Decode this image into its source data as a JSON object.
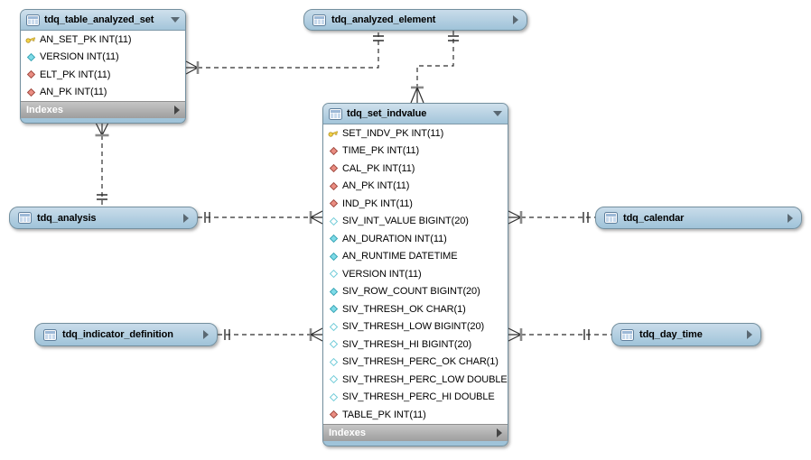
{
  "diagram": {
    "tool_style": "EER diagram",
    "colors": {
      "canvas": "#ffffff",
      "table_header": "#a8c8de",
      "table_border": "#74909f",
      "footer_bar": "#b2b2b2",
      "footer_text": "#ffffff",
      "primary_key_icon": "#f2cf46",
      "foreign_key_icon": "#ea8d82",
      "column_icon": "#7fdbe8",
      "relationship_line": "#2e2e2e"
    },
    "tables": [
      {
        "id": "tdq_table_analyzed_set",
        "name": "tdq_table_analyzed_set",
        "collapsed": false,
        "footer_label": "Indexes",
        "columns": [
          {
            "icon": "primary-key",
            "label": "AN_SET_PK INT(11)"
          },
          {
            "icon": "column",
            "label": "VERSION INT(11)"
          },
          {
            "icon": "foreign-key",
            "label": "ELT_PK INT(11)"
          },
          {
            "icon": "foreign-key",
            "label": "AN_PK INT(11)"
          }
        ]
      },
      {
        "id": "tdq_analyzed_element",
        "name": "tdq_analyzed_element",
        "collapsed": true
      },
      {
        "id": "tdq_set_indvalue",
        "name": "tdq_set_indvalue",
        "collapsed": false,
        "footer_label": "Indexes",
        "columns": [
          {
            "icon": "primary-key",
            "label": "SET_INDV_PK INT(11)"
          },
          {
            "icon": "foreign-key",
            "label": "TIME_PK INT(11)"
          },
          {
            "icon": "foreign-key",
            "label": "CAL_PK INT(11)"
          },
          {
            "icon": "foreign-key",
            "label": "AN_PK INT(11)"
          },
          {
            "icon": "foreign-key",
            "label": "IND_PK INT(11)"
          },
          {
            "icon": "column-nullable",
            "label": "SIV_INT_VALUE BIGINT(20)"
          },
          {
            "icon": "column",
            "label": "AN_DURATION INT(11)"
          },
          {
            "icon": "column",
            "label": "AN_RUNTIME DATETIME"
          },
          {
            "icon": "column-nullable",
            "label": "VERSION INT(11)"
          },
          {
            "icon": "column",
            "label": "SIV_ROW_COUNT BIGINT(20)"
          },
          {
            "icon": "column",
            "label": "SIV_THRESH_OK CHAR(1)"
          },
          {
            "icon": "column-nullable",
            "label": "SIV_THRESH_LOW BIGINT(20)"
          },
          {
            "icon": "column-nullable",
            "label": "SIV_THRESH_HI BIGINT(20)"
          },
          {
            "icon": "column-nullable",
            "label": "SIV_THRESH_PERC_OK CHAR(1)"
          },
          {
            "icon": "column-nullable",
            "label": "SIV_THRESH_PERC_LOW DOUBLE"
          },
          {
            "icon": "column-nullable",
            "label": "SIV_THRESH_PERC_HI DOUBLE"
          },
          {
            "icon": "foreign-key",
            "label": "TABLE_PK INT(11)"
          }
        ]
      },
      {
        "id": "tdq_analysis",
        "name": "tdq_analysis",
        "collapsed": true
      },
      {
        "id": "tdq_calendar",
        "name": "tdq_calendar",
        "collapsed": true
      },
      {
        "id": "tdq_indicator_definition",
        "name": "tdq_indicator_definition",
        "collapsed": true
      },
      {
        "id": "tdq_day_time",
        "name": "tdq_day_time",
        "collapsed": true
      }
    ],
    "relationships": [
      {
        "id": "analysis-analyzed-set",
        "one_side": "tdq_analysis",
        "many_side": "tdq_table_analyzed_set",
        "line_style": "dashed"
      },
      {
        "id": "element-analyzed-set",
        "one_side": "tdq_analyzed_element",
        "many_side": "tdq_table_analyzed_set",
        "line_style": "dashed"
      },
      {
        "id": "element-indvalue",
        "one_side": "tdq_analyzed_element",
        "many_side": "tdq_set_indvalue",
        "line_style": "dashed"
      },
      {
        "id": "analysis-indvalue",
        "one_side": "tdq_analysis",
        "many_side": "tdq_set_indvalue",
        "line_style": "dashed"
      },
      {
        "id": "calendar-indvalue",
        "one_side": "tdq_calendar",
        "many_side": "tdq_set_indvalue",
        "line_style": "dashed"
      },
      {
        "id": "indicator-indvalue",
        "one_side": "tdq_indicator_definition",
        "many_side": "tdq_set_indvalue",
        "line_style": "dashed"
      },
      {
        "id": "daytime-indvalue",
        "one_side": "tdq_day_time",
        "many_side": "tdq_set_indvalue",
        "line_style": "dashed"
      }
    ]
  }
}
